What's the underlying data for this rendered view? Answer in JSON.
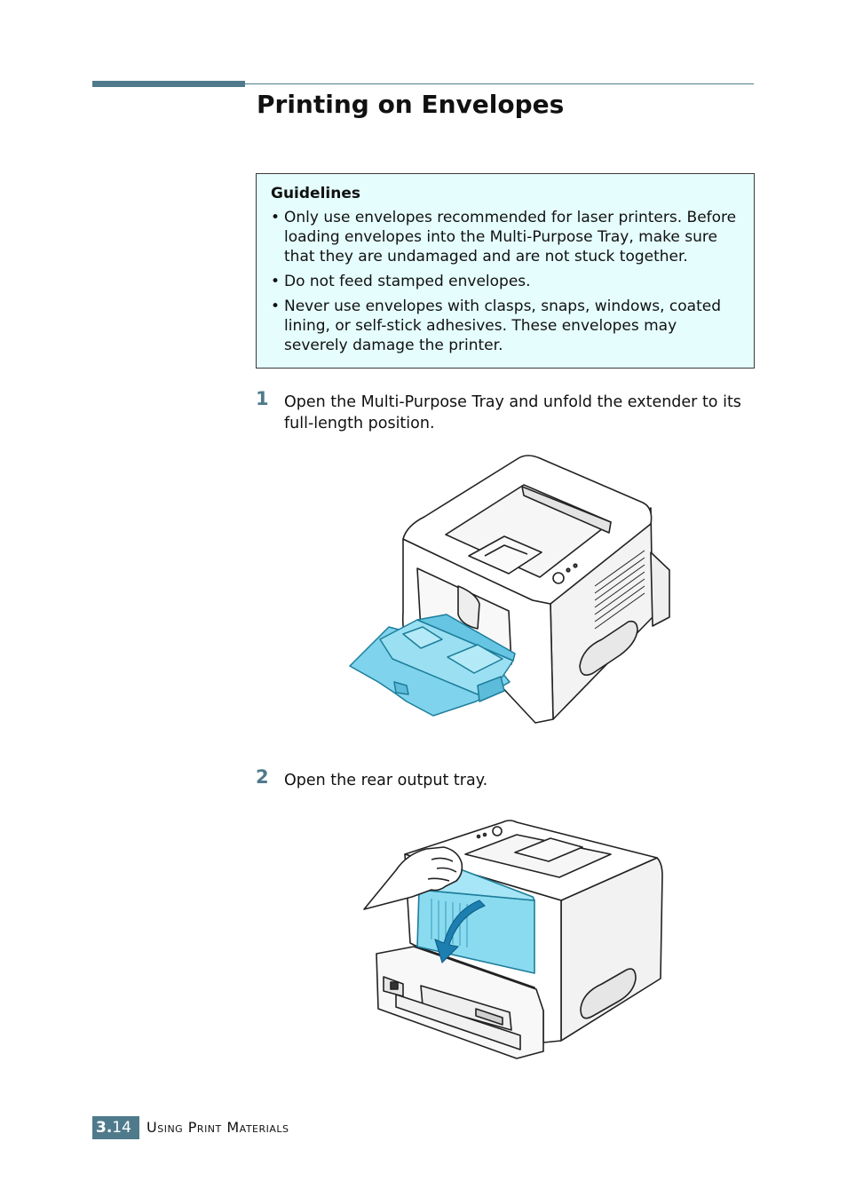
{
  "page": {
    "title": "Printing on Envelopes"
  },
  "guidelines": {
    "heading": "Guidelines",
    "items": [
      "Only use envelopes recommended for laser printers. Before loading envelopes into the Multi-Purpose Tray, make sure that they are undamaged and are not stuck together.",
      "Do not feed stamped envelopes.",
      "Never use envelopes with clasps, snaps, windows, coated lining, or self-stick adhesives. These envelopes may severely damage the printer."
    ]
  },
  "steps": [
    {
      "number": "1",
      "text": "Open the Multi-Purpose Tray and unfold the extender to its full-length position."
    },
    {
      "number": "2",
      "text": "Open the rear output tray."
    }
  ],
  "footer": {
    "chapter": "3.",
    "page": "14",
    "section": "Using Print Materials"
  },
  "colors": {
    "accent": "#4f7a8c",
    "note_background": "#e5fdfd",
    "tray_blue": "#7fd3ec"
  }
}
